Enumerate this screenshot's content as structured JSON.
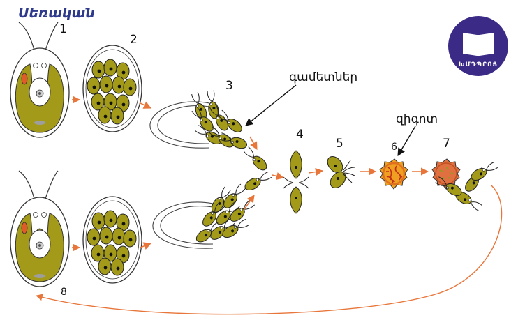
{
  "title": "Սեռական",
  "labels": {
    "gametes": "գամետներ",
    "zygote": "զիգոտ"
  },
  "stages": [
    "1",
    "2",
    "3",
    "4",
    "5",
    "6",
    "7",
    "8"
  ],
  "logo": {
    "text": "ԽՄԴՊՐՈՑ",
    "icon": "open-book-icon"
  },
  "colors": {
    "cell_olive": "#a39a1a",
    "cell_dark": "#7c7410",
    "arrow_orange": "#e8763a",
    "stigma_red": "#e05a2a",
    "zygote_orange": "#f0a020",
    "zygote_wall": "#e07020",
    "logo_purple": "#3b2a86",
    "title_blue": "#2e3a8c"
  }
}
